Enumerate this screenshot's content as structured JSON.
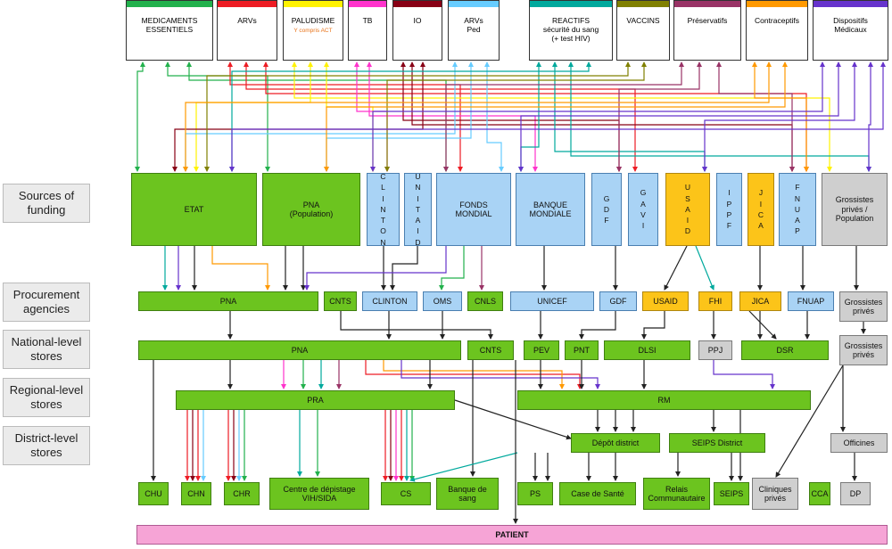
{
  "products": [
    {
      "id": "med",
      "label": "MEDICAMENTS\nESSENTIELS",
      "color": "#22b14c"
    },
    {
      "id": "arv",
      "label": "ARVs",
      "color": "#ed1c24"
    },
    {
      "id": "palu",
      "label": "PALUDISME",
      "sub": "Y compris ACT",
      "color": "#fff200"
    },
    {
      "id": "tb",
      "label": "TB",
      "color": "#ff33cc"
    },
    {
      "id": "io",
      "label": "IO",
      "color": "#880015"
    },
    {
      "id": "arvped",
      "label": "ARVs\nPed",
      "color": "#66ccff"
    },
    {
      "id": "reactifs",
      "label": "REACTIFS\nsécurité du sang\n(+ test HIV)",
      "color": "#00a99d"
    },
    {
      "id": "vaccins",
      "label": "VACCINS",
      "color": "#808000"
    },
    {
      "id": "preserv",
      "label": "Préservatifs",
      "color": "#993366"
    },
    {
      "id": "contra",
      "label": "Contraceptifs",
      "color": "#ff9900"
    },
    {
      "id": "dispo",
      "label": "Dispositifs\nMédicaux",
      "color": "#6633cc"
    }
  ],
  "levels": {
    "funding": "Sources of\nfunding",
    "procurement": "Procurement\nagencies",
    "national": "National-level\nstores",
    "regional": "Regional-level\nstores",
    "district": "District-level\nstores"
  },
  "funding": {
    "etat": "ETAT",
    "pna_pop": "PNA\n(Population)",
    "clinton": "C\nL\nI\nN\nT\nO\nN",
    "unitaid": "U\nN\nI\nT\nA\nI\nD",
    "fonds": "FONDS\nMONDIAL",
    "banque": "BANQUE\nMONDIALE",
    "gdf": "G\nD\nF",
    "gavi": "G\nA\nV\nI",
    "usaid": "U\nS\nA\nI\nD",
    "ippf": "I\nP\nP\nF",
    "jica": "J\nI\nC\nA",
    "fnuap": "F\nN\nU\nA\nP",
    "grossistes": "Grossistes\nprivés /\nPopulation"
  },
  "procurement": {
    "pna": "PNA",
    "cnts": "CNTS",
    "clinton": "CLINTON",
    "oms": "OMS",
    "cnls": "CNLS",
    "unicef": "UNICEF",
    "gdf": "GDF",
    "usaid": "USAID",
    "fhi": "FHI",
    "jica": "JICA",
    "fnuap": "FNUAP",
    "grossistes": "Grossistes\nprivés"
  },
  "national": {
    "pna": "PNA",
    "cnts": "CNTS",
    "pev": "PEV",
    "pnt": "PNT",
    "dlsi": "DLSI",
    "ppj": "PPJ",
    "dsr": "DSR",
    "grossistes": "Grossistes\nprivés"
  },
  "regional": {
    "pra": "PRA",
    "rm": "RM"
  },
  "district": {
    "depot": "Dépôt district",
    "seips": "SEIPS District",
    "officines": "Officines"
  },
  "facilities": {
    "chu": "CHU",
    "chn": "CHN",
    "chr": "CHR",
    "cdv": "Centre de dépistage\nVIH/SIDA",
    "cs": "CS",
    "banque_sang": "Banque de\nsang",
    "ps": "PS",
    "case_sante": "Case de Santé",
    "relais": "Relais\nCommunautaire",
    "seips": "SEIPS",
    "cliniques": "Cliniques\nprivés",
    "cca": "CCA",
    "dp": "DP"
  },
  "patient": "PATIENT"
}
